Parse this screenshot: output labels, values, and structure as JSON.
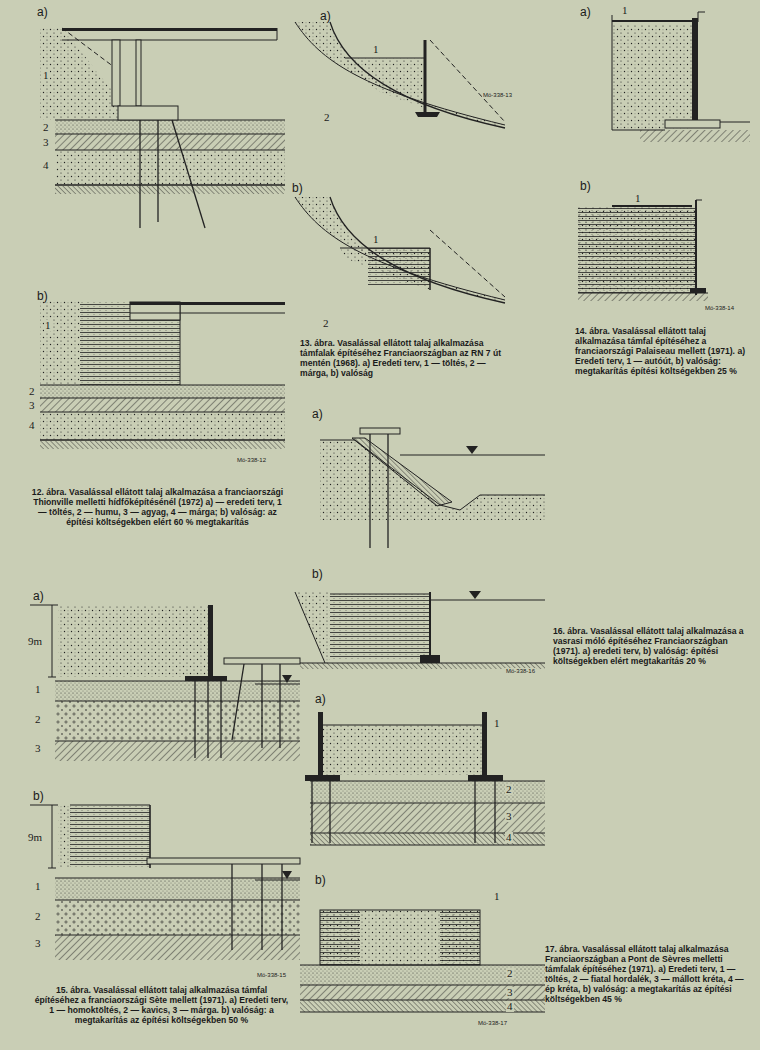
{
  "diagram": {
    "labels": [
      "a)",
      "1",
      "2",
      "3",
      "4",
      "b)",
      "1",
      "2",
      "3",
      "4",
      "Mö-338-12",
      "12. ábra. Vasalással ellátott talaj alkalmazása a franciaországi Thionville melletti hídfőképítésénél (1972) a) — eredeti terv, 1 — töltés, 2 — humu, 3 — agyag, 4 — márga; b) valóság: az építési költségekben elért 60 % megtakarítás",
      "a)",
      "1",
      "2",
      "Mö-338-13",
      "b)",
      "1",
      "2",
      "13. ábra. Vasalással ellátott talaj alkalmazása támfalak építéséhez Franciaországban az RN 7 út mentén (1968). a) Eredeti terv, 1 — töltés, 2 — márga, b) valóság",
      "a)",
      "1",
      "b)",
      "1",
      "Mö-338-14",
      "14. ábra. Vasalással ellátott talaj alkalmazása támfal építéséhez a franciaországi Palaiseau mellett (1971). a) Eredeti terv, 1 — autóút, b) valóság: megtakarítás építési költségekben 25 %",
      "a)",
      "b)",
      "Mö-338-16",
      "16. ábra. Vasalással ellátott talaj alkalmazása a vasrasi móló építéséhez Franciaországban (1971). a) eredeti terv, b) valóság: építési költségekben elért megtakarítás 20 %",
      "a)",
      "9m",
      "1",
      "2",
      "3",
      "b)",
      "9m",
      "1",
      "2",
      "3",
      "Mö-338-15",
      "15. ábra. Vasalással ellátott talaj alkalmazása támfal építéséhez a franciaországi Sète mellett (1971). a) Eredeti terv, 1 — homoktöltés, 2 — kavics, 3 — márga. b) valóság: a megtakarítás az építési költségekben 50 %",
      "a)",
      "1",
      "2",
      "3",
      "4",
      "b)",
      "1",
      "2",
      "3",
      "4",
      "Mö-338-17",
      "17. ábra. Vasalással ellátott talaj alkalmazása Franciaországban a Pont de Sèvres melletti támfalak építéséhez (1971). a) Eredeti terv, 1 — töltés, 2 — fiatal hordalék, 3 — mállott kréta, 4 — ép kréta, b) valóság: a megtakarítás az építési költségekben 45 %"
    ]
  }
}
